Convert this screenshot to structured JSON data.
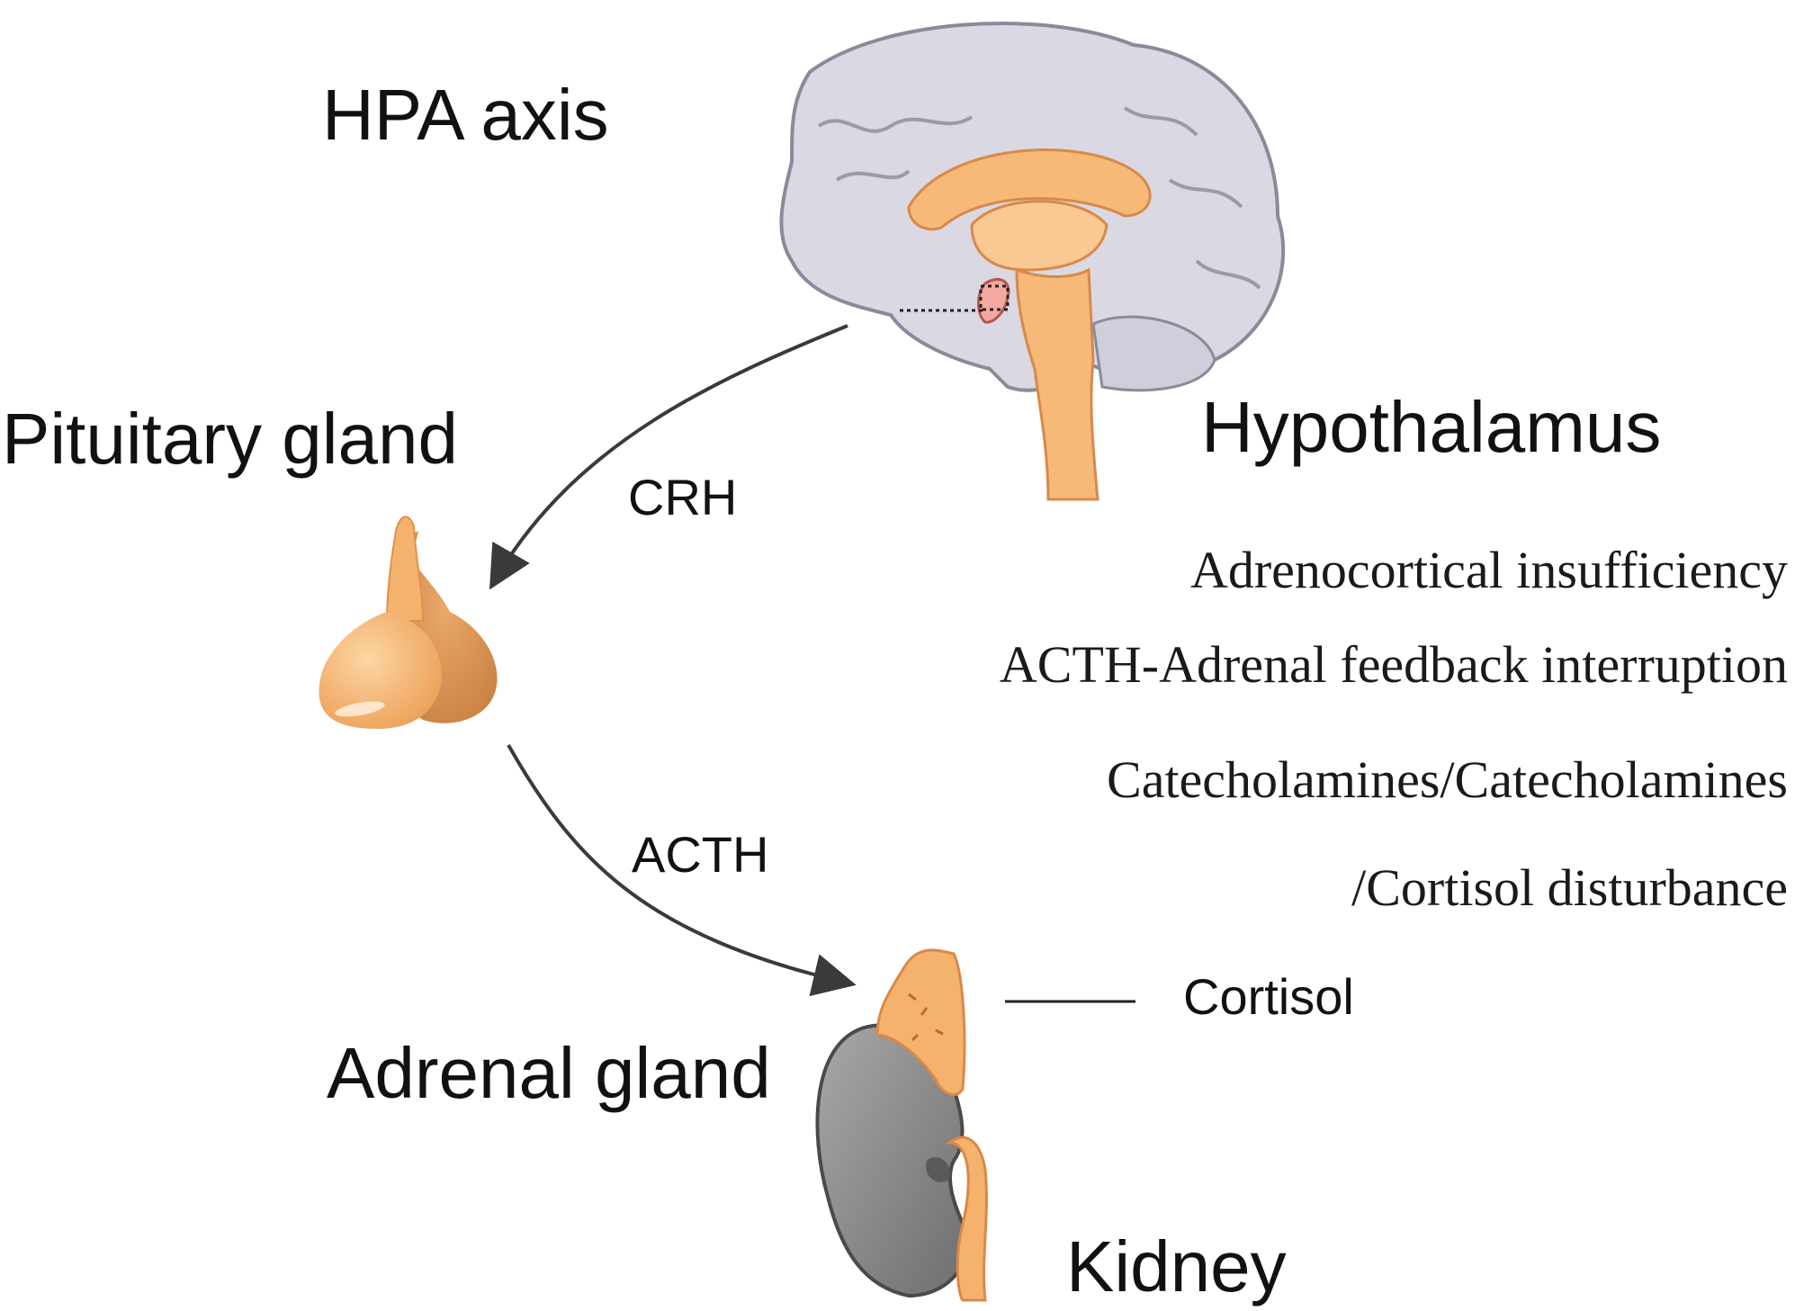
{
  "diagram": {
    "title": "HPA axis",
    "nodes": {
      "hypothalamus": "Hypothalamus",
      "pituitary": "Pituitary gland",
      "adrenal": "Adrenal gland",
      "kidney": "Kidney"
    },
    "edges": {
      "crh": "CRH",
      "acth": "ACTH",
      "cortisol": "Cortisol"
    },
    "conditions": [
      "Adrenocortical insufficiency",
      "ACTH-Adrenal feedback interruption",
      "Catecholamines/Catecholamines",
      "/Cortisol disturbance"
    ],
    "colors": {
      "brain_gray": "#d9d8e3",
      "brain_orange": "#f6b978",
      "gland_orange": "#f5b26c",
      "kidney_gray": "#8f8f8f",
      "arrow": "#3a3a3a"
    }
  }
}
